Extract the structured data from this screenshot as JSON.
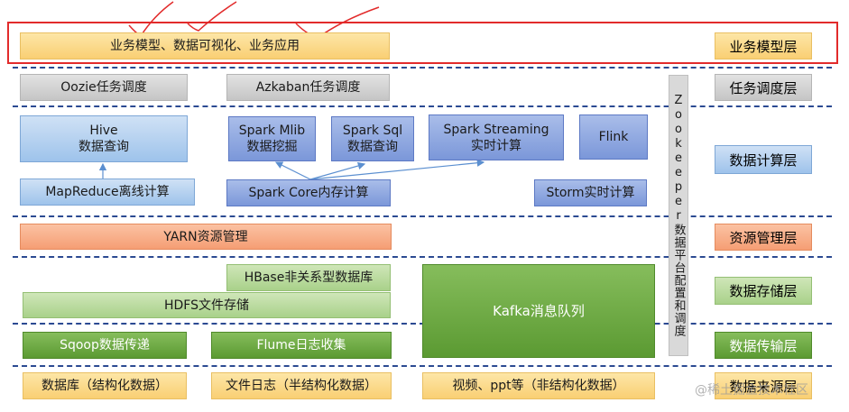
{
  "layers": {
    "business": "业务模型层",
    "scheduling": "任务调度层",
    "compute": "数据计算层",
    "resource": "资源管理层",
    "storage": "数据存储层",
    "transfer": "数据传输层",
    "source": "数据来源层"
  },
  "business_row": {
    "main": "业务模型、数据可视化、业务应用"
  },
  "scheduling_row": {
    "oozie": "Oozie任务调度",
    "azkaban": "Azkaban任务调度"
  },
  "compute_row": {
    "hive": "Hive\n数据查询",
    "mapreduce": "MapReduce离线计算",
    "spark_mlib": "Spark Mlib\n数据挖掘",
    "spark_sql": "Spark Sql\n数据查询",
    "spark_streaming": "Spark Streaming\n实时计算",
    "flink": "Flink",
    "spark_core": "Spark Core内存计算",
    "storm": "Storm实时计算"
  },
  "zookeeper": "Zookeeper数据平台配置和调度",
  "resource_row": {
    "yarn": "YARN资源管理"
  },
  "storage_row": {
    "hbase": "HBase非关系型数据库",
    "hdfs": "HDFS文件存储",
    "kafka": "Kafka消息队列"
  },
  "transfer_row": {
    "sqoop": "Sqoop数据传递",
    "flume": "Flume日志收集"
  },
  "source_row": {
    "database": "数据库（结构化数据）",
    "file_log": "文件日志（半结构化数据）",
    "video": "视频、ppt等（非结构化数据）"
  },
  "watermark": "@稀土掘金技术社区",
  "colors": {
    "highlight": "#e22b2b",
    "divider": "#2b4a92",
    "arrow": "#5b8fd0"
  }
}
